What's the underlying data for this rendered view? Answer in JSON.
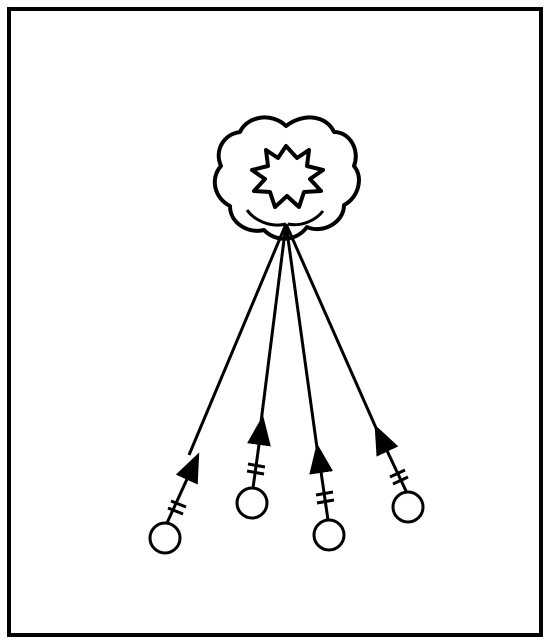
{
  "figure": {
    "frame": true,
    "burst_icon": "explosion-burst-icon",
    "aiming_devices": [
      {
        "name": "aiming-device-1",
        "icon": "circle-with-tick-marks"
      },
      {
        "name": "aiming-device-2",
        "icon": "circle-with-tick-marks"
      },
      {
        "name": "aiming-device-3",
        "icon": "circle-with-tick-marks"
      },
      {
        "name": "aiming-device-4",
        "icon": "circle-with-tick-marks"
      }
    ],
    "line_color": "#000000",
    "background_color": "#ffffff"
  }
}
